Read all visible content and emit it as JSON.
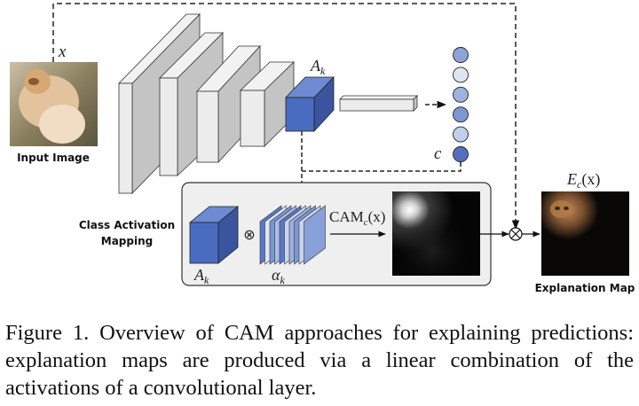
{
  "diagram": {
    "input": {
      "label": "Input Image",
      "variable": "x"
    },
    "feature_map_label": {
      "base": "A",
      "sub": "k"
    },
    "class_label": "c",
    "output_nodes": [
      {
        "color": "#8ea4d8"
      },
      {
        "color": "#dfe5f3"
      },
      {
        "color": "#9fb2dd"
      },
      {
        "color": "#7e96d1"
      },
      {
        "color": "#c2cfeb"
      },
      {
        "color": "#5470bc",
        "is_class": true
      }
    ],
    "cam_box": {
      "title_line1": "Class Activation",
      "title_line2": "Mapping",
      "activations": {
        "base": "A",
        "sub": "k"
      },
      "weights": {
        "base": "α",
        "sub": "k"
      },
      "operator": "⊗",
      "cam_label": {
        "base": "CAM",
        "sub": "c",
        "arg": "(x)"
      }
    },
    "combine_operator": "⊗",
    "explanation": {
      "label": "Explanation Map",
      "math": {
        "base": "E",
        "sub": "c",
        "arg": "(x)"
      }
    },
    "colors": {
      "blue_front": "#4a6cc0",
      "blue_top": "#6d8bd0",
      "blue_side": "#3a559e",
      "layer_front": "#ececec",
      "layer_side": "#c4c4c4",
      "box_fill": "#efefef"
    }
  },
  "caption": "Figure 1. Overview of CAM approaches for explaining predictions: explanation maps are produced via a linear combination of the activations of a convolutional layer."
}
